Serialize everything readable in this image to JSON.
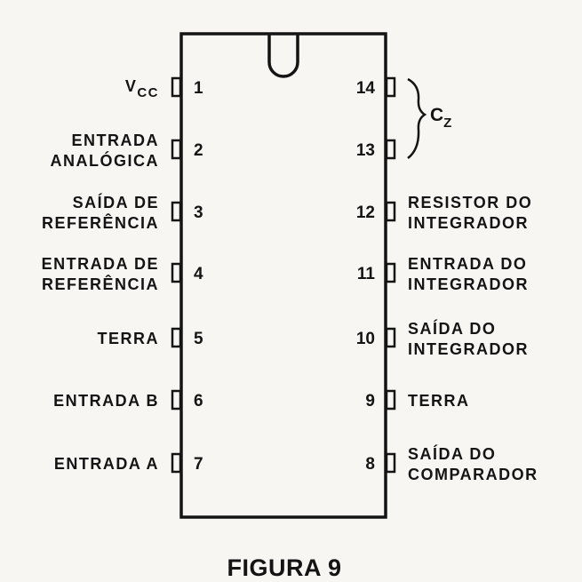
{
  "figure": {
    "caption": "FIGURA 9",
    "capacitor_label": {
      "main": "C",
      "sub": "Z"
    }
  },
  "pins": {
    "left": [
      {
        "number": "1",
        "lines": [
          "V",
          "CC"
        ],
        "is_subscript": true
      },
      {
        "number": "2",
        "lines": [
          "ENTRADA",
          "ANALÓGICA"
        ]
      },
      {
        "number": "3",
        "lines": [
          "SAÍDA DE",
          "REFERÊNCIA"
        ]
      },
      {
        "number": "4",
        "lines": [
          "ENTRADA DE",
          "REFERÊNCIA"
        ]
      },
      {
        "number": "5",
        "lines": [
          "TERRA"
        ]
      },
      {
        "number": "6",
        "lines": [
          "ENTRADA B"
        ]
      },
      {
        "number": "7",
        "lines": [
          "ENTRADA A"
        ]
      }
    ],
    "right": [
      {
        "number": "14",
        "lines": []
      },
      {
        "number": "13",
        "lines": []
      },
      {
        "number": "12",
        "lines": [
          "RESISTOR DO",
          "INTEGRADOR"
        ]
      },
      {
        "number": "11",
        "lines": [
          "ENTRADA DO",
          "INTEGRADOR"
        ]
      },
      {
        "number": "10",
        "lines": [
          "SAÍDA DO",
          "INTEGRADOR"
        ]
      },
      {
        "number": "9",
        "lines": [
          "TERRA"
        ]
      },
      {
        "number": "8",
        "lines": [
          "SAÍDA DO",
          "COMPARADOR"
        ]
      }
    ]
  },
  "colors": {
    "ink": "#141414",
    "paper": "#f7f6f3"
  }
}
